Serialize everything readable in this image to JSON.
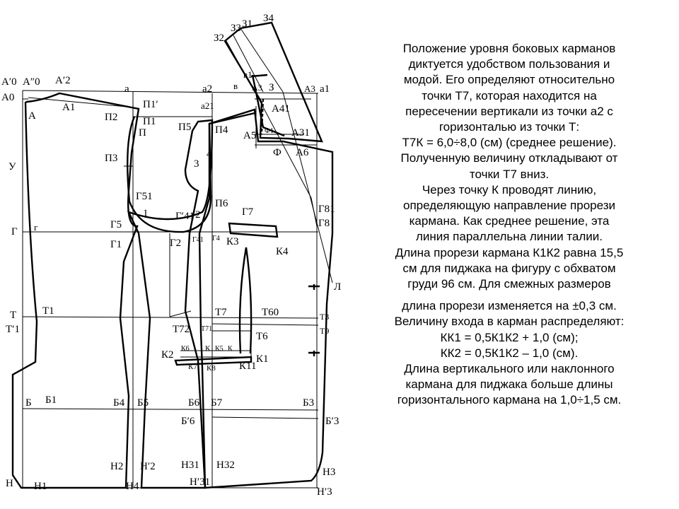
{
  "caption": {
    "lines": [
      "Положение уровня боковых карманов",
      "диктуется удобством пользования и",
      "модой. Его определяют относительно",
      "точки Т7, которая находится на",
      "пересечении вертикали из точки а2 с",
      "горизонталью из точки Т:",
      "Т7К = 6,0÷8,0 (см) (среднее решение).",
      "Полученную величину откладывают от",
      "точки Т7 вниз.",
      "Через точку К проводят линию,",
      "определяющую направление прорези",
      "кармана. Как среднее решение, эта",
      "линия параллельна линии талии.",
      "Длина прорези кармана К1К2 равна 15,5",
      "см для пиджака на фигуру с обхватом",
      "груди 96 см. Для смежных размеров",
      "длина прорези изменяется на ±0,3 см.",
      "Величину входа в карман распределяют:",
      "КК1 = 0,5К1К2 + 1,0 (см);",
      "КК2 = 0,5К1К2 – 1,0 (см).",
      "Длина вертикального или наклонного",
      "кармана для пиджака больше длины",
      "горизонтального кармана на 1,0÷1,5 см."
    ]
  },
  "pattern_labels": {
    "A0_prime": "А′0",
    "A0_dprime": "А″0",
    "A2_prime": "А′2",
    "a": "а",
    "a2": "а2",
    "A0": "А0",
    "A": "А",
    "A1": "А1",
    "P2": "П2",
    "P1_prime": "П1′",
    "P1": "П1",
    "P": "П",
    "a21": "а21",
    "P5": "П5",
    "P4": "П4",
    "Y": "У",
    "P3": "П3",
    "three": "3",
    "four": "4",
    "G51": "Г51",
    "P6": "П6",
    "one": "1",
    "G41_prime": "Г′41",
    "two": "2",
    "G7": "Г7",
    "G": "Г",
    "G_small": "г",
    "G5": "Г5",
    "G1": "Г1",
    "G2": "Г2",
    "G41": "Г41",
    "G4": "Г4",
    "K3": "К3",
    "K4": "К4",
    "G81": "Г81",
    "G8": "Г8",
    "L": "Л",
    "T": "Т",
    "T1_prime": "Т′1",
    "T_1": "Т1",
    "T7": "Т7",
    "T60": "Т60",
    "T3": "Т3",
    "T9": "Т9",
    "T72": "Т72",
    "T71": "Т71",
    "T6": "Т6",
    "K2": "К2",
    "K6": "К6",
    "K_a": "К",
    "K5": "К5",
    "K_b": "К",
    "K1": "К1",
    "K7": "К7",
    "K8": "К8",
    "K11": "К11",
    "B": "Б",
    "B1": "Б1",
    "B4": "Б4",
    "B5": "Б5",
    "B6": "Б6",
    "B7": "Б7",
    "B3": "Б3",
    "B6_prime": "Б′6",
    "B3_prime": "Б′3",
    "N": "Н",
    "N1": "Н1",
    "N2": "Н2",
    "N2_prime": "Н′2",
    "N4": "Н4",
    "N31": "Н31",
    "N32": "Н32",
    "N31_prime": "Н′31",
    "N3": "Н3",
    "N3_prime": "Н′3",
    "Z2": "З2",
    "Z3": "З3",
    "Z1": "З1",
    "Z4": "З4",
    "v1": "в1",
    "v": "в",
    "A3_label": "А3",
    "Z": "З",
    "A3": "А3",
    "a1": "а1",
    "A41": "А41",
    "F1": "Ф1",
    "A5": "А5",
    "A31": "А31",
    "F": "Ф",
    "A6": "А6"
  }
}
